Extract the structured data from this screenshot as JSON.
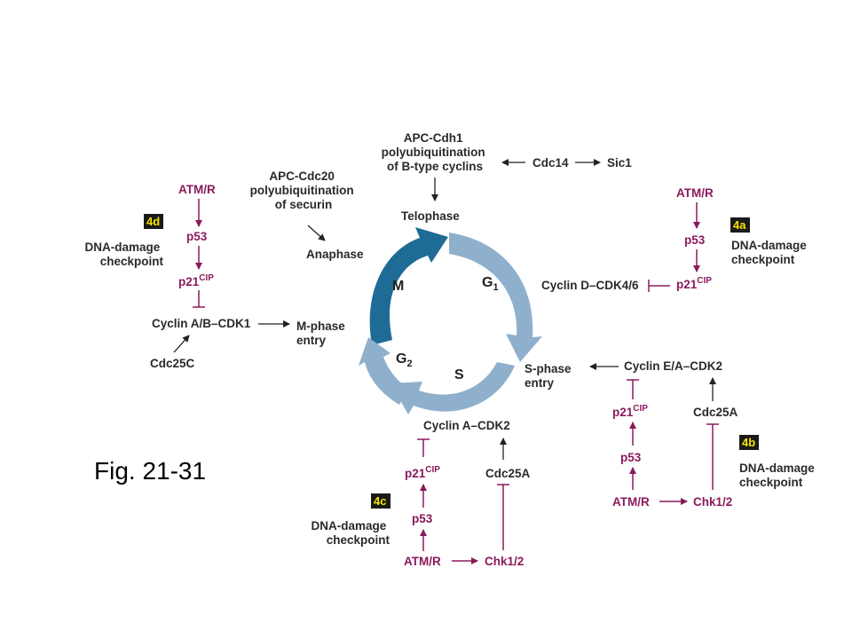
{
  "figure_label": "Fig. 21-31",
  "colors": {
    "magenta": "#8a1a5c",
    "dark_blue": "#1e6b96",
    "light_blue": "#8fb0cc",
    "badge_bg": "#1a1a1a",
    "badge_text": "#f5e400"
  },
  "cycle": {
    "phases": {
      "m": "M",
      "g1": "G",
      "g1_sub": "1",
      "s": "S",
      "g2": "G",
      "g2_sub": "2"
    },
    "telophase": "Telophase",
    "anaphase": "Anaphase",
    "mphase_entry": [
      "M-phase",
      "entry"
    ],
    "sphase_entry": [
      "S-phase",
      "entry"
    ]
  },
  "top": {
    "apc_cdh1": [
      "APC-Cdh1",
      "polyubiquitination",
      "of B-type cyclins"
    ],
    "cdc14": "Cdc14",
    "sic1": "Sic1",
    "apc_cdc20": [
      "APC-Cdc20",
      "polyubiquitination",
      "of securin"
    ]
  },
  "checkpoints": {
    "4a": {
      "badge": "4a",
      "title": [
        "DNA-damage",
        "checkpoint"
      ],
      "atm": "ATM/R",
      "p53": "p53",
      "p21": "p21",
      "p21_sup": "CIP",
      "target": "Cyclin D–CDK4/6"
    },
    "4b": {
      "badge": "4b",
      "title": [
        "DNA-damage",
        "checkpoint"
      ],
      "atm": "ATM/R",
      "p53": "p53",
      "p21": "p21",
      "p21_sup": "CIP",
      "chk": "Chk1/2",
      "cdc25": "Cdc25A",
      "target": "Cyclin E/A–CDK2"
    },
    "4c": {
      "badge": "4c",
      "title": [
        "DNA-damage",
        "checkpoint"
      ],
      "atm": "ATM/R",
      "p53": "p53",
      "p21": "p21",
      "p21_sup": "CIP",
      "chk": "Chk1/2",
      "cdc25": "Cdc25A",
      "target": "Cyclin A–CDK2"
    },
    "4d": {
      "badge": "4d",
      "title": [
        "DNA-damage",
        "checkpoint"
      ],
      "atm": "ATM/R",
      "p53": "p53",
      "p21": "p21",
      "p21_sup": "CIP",
      "cdc25": "Cdc25C",
      "target": "Cyclin A/B–CDK1"
    }
  }
}
